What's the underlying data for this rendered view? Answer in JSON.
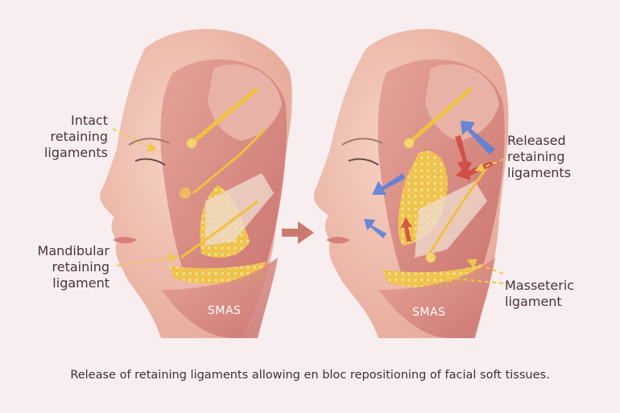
{
  "figure": {
    "caption": "Release of retaining ligaments allowing en bloc repositioning of facial soft tissues.",
    "colors": {
      "background": "#f8eef0",
      "skin": "#f1c4b4",
      "muscle": "#d88a84",
      "fat": "#f3c85a",
      "ligament": "#f0c040",
      "push_arrow_blue": "#5b7fd8",
      "pull_arrow_red": "#d0463e",
      "transition_arrow": "#c97a6c",
      "text": "#4a3438"
    },
    "left_panel": {
      "title_state": "before",
      "labels": {
        "intact": [
          "Intact",
          "retaining",
          "ligaments"
        ],
        "mandibular": [
          "Mandibular",
          "retaining",
          "ligament"
        ],
        "smas": "SMAS"
      }
    },
    "right_panel": {
      "title_state": "after",
      "labels": {
        "released": [
          "Released",
          "retaining",
          "ligaments"
        ],
        "masseteric": [
          "Masseteric",
          "ligament"
        ],
        "smas": "SMAS"
      }
    },
    "transition_arrow": "right-arrow"
  }
}
